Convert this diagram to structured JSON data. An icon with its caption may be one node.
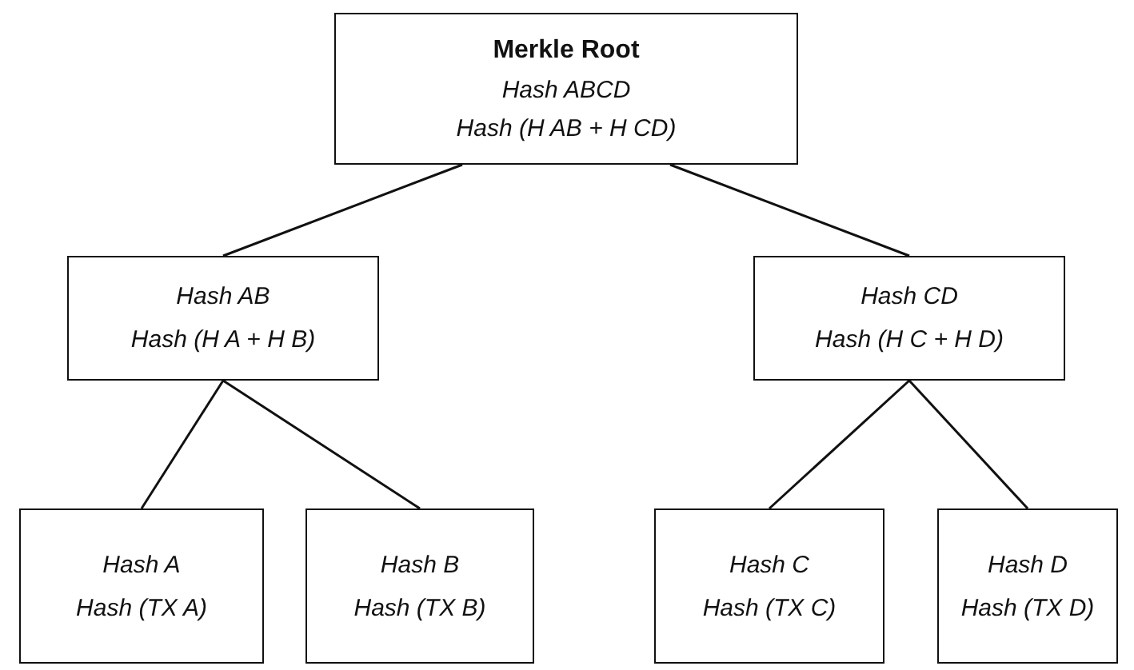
{
  "diagram": {
    "nodes": [
      {
        "text": [
          "Merkle Root",
          "Hash ABCD",
          "Hash (H AB + H CD)"
        ]
      },
      {
        "text": [
          "Hash AB",
          "Hash (H A + H B)"
        ]
      },
      {
        "text": [
          "Hash CD",
          "Hash (H C + H D)"
        ]
      },
      {
        "text": [
          "Hash A",
          "Hash (TX A)"
        ]
      },
      {
        "text": [
          "Hash B",
          "Hash (TX B)"
        ]
      },
      {
        "text": [
          "Hash C",
          "Hash (TX C)"
        ]
      },
      {
        "text": [
          "Hash D",
          "Hash (TX D)"
        ]
      }
    ],
    "edges": [
      {
        "from": 0,
        "to": 1,
        "arrow": "none"
      },
      {
        "from": 0,
        "to": 2,
        "arrow": "none"
      },
      {
        "from": 1,
        "to": 3,
        "arrow": "none"
      },
      {
        "from": 1,
        "to": 4,
        "arrow": "none"
      },
      {
        "from": 2,
        "to": 5,
        "arrow": "none"
      },
      {
        "from": 2,
        "to": 6,
        "arrow": "none"
      }
    ]
  }
}
